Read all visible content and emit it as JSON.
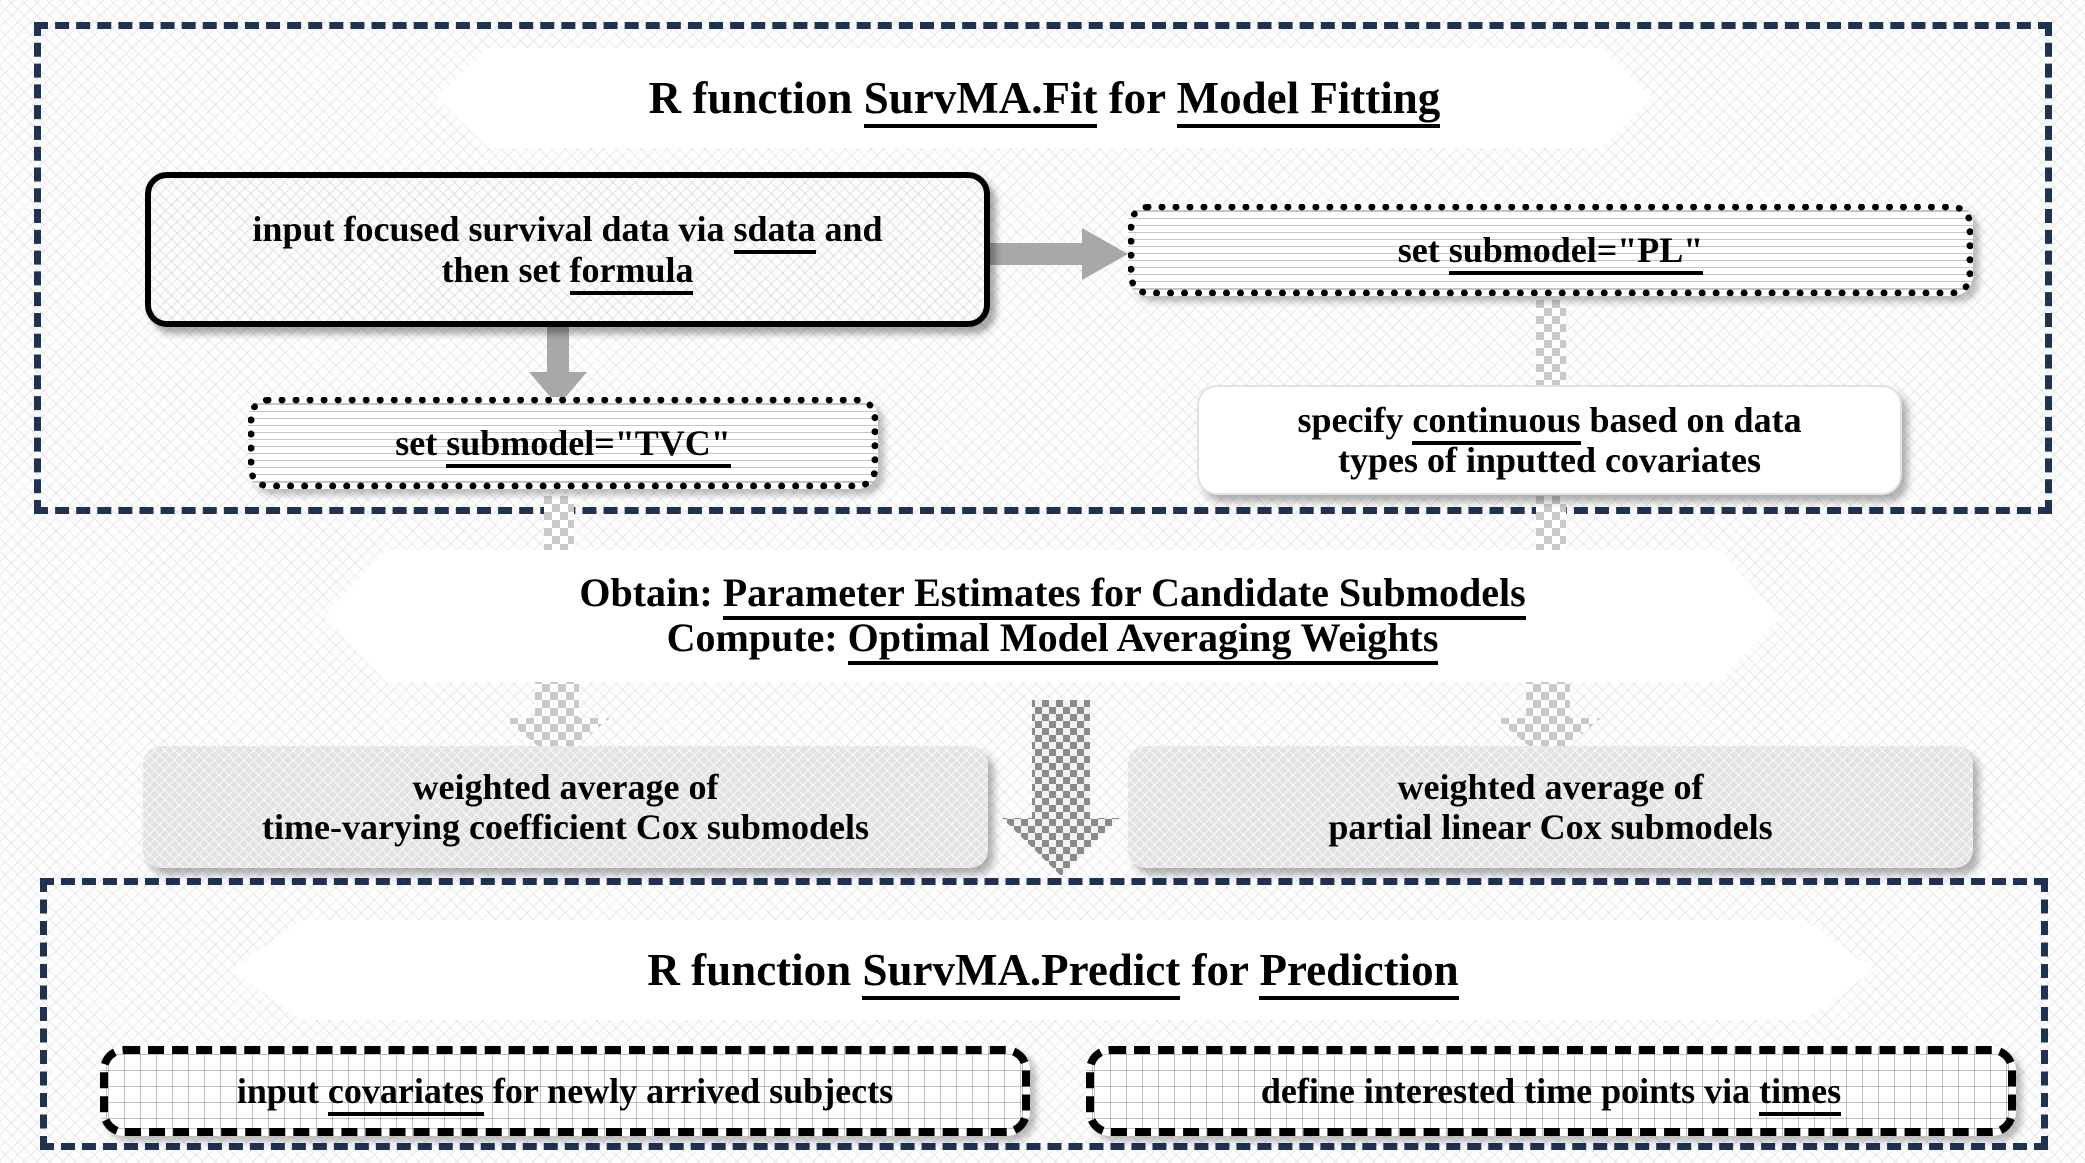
{
  "diagram": {
    "title": "SurvMA workflow diagram",
    "accent_navy": "#1e3252",
    "arrow_gray": "#a8a8a8"
  },
  "fitting_group": {
    "banner": {
      "prefix": "R function ",
      "fn": "SurvMA.Fit",
      "mid": " for ",
      "purpose": "Model Fitting"
    },
    "input_box": {
      "line1_a": "input focused survival data via ",
      "line1_b": "sdata",
      "line1_c": " and",
      "line2_a": "then set ",
      "line2_b": "formula"
    },
    "pl_box": {
      "prefix": "set ",
      "code": "submodel=\"PL\""
    },
    "tvc_box": {
      "prefix": "set ",
      "code": "submodel=\"TVC\""
    },
    "continuous_box": {
      "line1_a": "specify ",
      "line1_b": "continuous",
      "line1_c": " based on data",
      "line2": "types of inputted covariates"
    }
  },
  "middle": {
    "hexagon": {
      "line1_label": "Obtain: ",
      "line1_value": "Parameter Estimates for Candidate Submodels",
      "line2_label": "Compute: ",
      "line2_value": "Optimal Model Averaging Weights"
    },
    "left_result": {
      "line1": "weighted average of",
      "line2": "time-varying coefficient Cox submodels"
    },
    "right_result": {
      "line1": "weighted average of",
      "line2": "partial linear Cox submodels"
    }
  },
  "prediction_group": {
    "banner": {
      "prefix": "R function ",
      "fn": "SurvMA.Predict",
      "mid": " for ",
      "purpose": "Prediction"
    },
    "covariates_box": {
      "prefix": "input ",
      "code": "covariates",
      "suffix": " for newly arrived subjects"
    },
    "times_box": {
      "prefix": "define interested time points via ",
      "code": "times"
    }
  },
  "arrows": [
    {
      "name": "input-to-pl",
      "style": "flat-gray",
      "direction": "right"
    },
    {
      "name": "input-to-tvc",
      "style": "flat-gray",
      "direction": "down"
    },
    {
      "name": "tvc-to-hexagon",
      "style": "check-light",
      "direction": "down"
    },
    {
      "name": "continuous-to-hexagon",
      "style": "check-light",
      "direction": "down"
    },
    {
      "name": "hexagon-to-left-result",
      "style": "check-light",
      "direction": "down"
    },
    {
      "name": "hexagon-to-right-result",
      "style": "check-light",
      "direction": "down"
    },
    {
      "name": "results-to-prediction",
      "style": "check-dark",
      "direction": "down"
    }
  ]
}
